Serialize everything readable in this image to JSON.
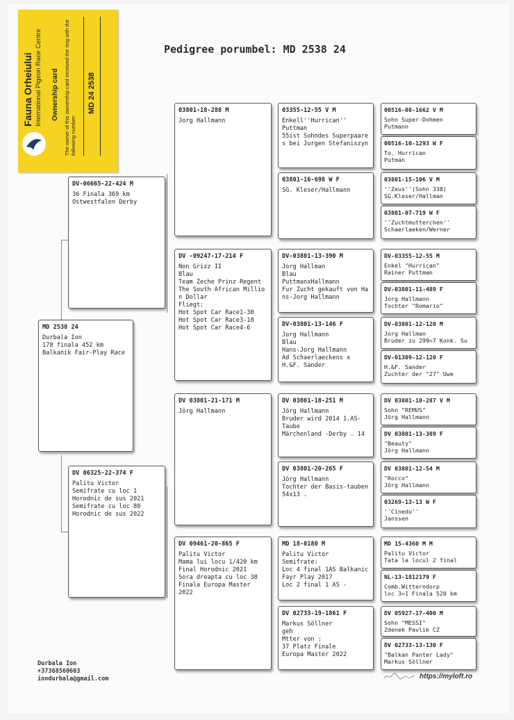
{
  "title": "Pedigree porumbel: MD 2538 24",
  "card": {
    "brand": "Fauna Orheiului",
    "subtitle": "International Pigeon Race Centre",
    "heading": "Ownership card",
    "description": "The owner of this ownership card received the ring with the following number:",
    "ring": "MD 24 2538"
  },
  "subject": {
    "ring": "MD 2538 24",
    "info": "Durbala Ion\n178 finala 452 km\nBalkanik Fair-Play Race"
  },
  "sire": {
    "ring": "DV-06665-22-424 M",
    "info": "36 Finala 369 km\nOstwestfalen Derby"
  },
  "dam": {
    "ring": "DV 06325-22-374 F",
    "info": "Palitu Victor\nSemifrate cu loc 1\nHorodnic de sus 2021\nSemifrate cu loc 80\nHorodnic de sus 2022"
  },
  "gen2": [
    {
      "ring": "03801-18-288 M",
      "info": "Jorg Hallmann"
    },
    {
      "ring": "DV -09247-17-214 F",
      "info": "Non Grizz II\nBlau\nTeam Zeche Prinz Regent\nThe South African Millio\nn Dollar\nFliegt:\nHot Spot Car Race1-30\nHot Spot Car Race3-18\nHot Spot Car Race4-6"
    },
    {
      "ring": "DV 03801-21-171 M",
      "info": "Jörg Hallmann"
    },
    {
      "ring": "DV 09461-20-865 F",
      "info": "Palitu Victor\nMama lui locu 1/420 km\nFinal Horodnic 2021\nSora dreapta cu loc 38\nFinala Europa Master\n2022"
    }
  ],
  "gen3": [
    {
      "ring": "03355-12-55 V M",
      "info": "Enkell''Hurrican''\nPuttman\n55ist Sohndes Superpaare\ns bei Jurgen Stefaniszyn"
    },
    {
      "ring": "03801-16-698 W F",
      "info": "SG. Kleser/Hallmann"
    },
    {
      "ring": "DV-03801-13-390 M",
      "info": "Jorg Hallman\nBlau\nPuttmanxHallmann\nFur Zucht gekauft von Ha\nns-Jorg Hallmann"
    },
    {
      "ring": "DV-03801-13-146 F",
      "info": "Jorg Hallmann\nBlau\nHans-Jorg Hallmann\nAd Schaerlaeckens x\nH.&F. Sander"
    },
    {
      "ring": "DV 03801-18-251 M",
      "info": "Jörg Hallmann\nBruder wird 2014 1.AS-\nTaube\nMärchenland -Derby . 14"
    },
    {
      "ring": "DV 03801-20-265 F",
      "info": "Jörg Hallmann\nTochter der Basis-tauben\n54x13 ."
    },
    {
      "ring": "MD 18-0180 M",
      "info": "Palitu Victor\nSemifrate:\nLoc 4 final 1AS Balkanic\nFayr Play 2017\nLoc 2 final 1 AS -"
    },
    {
      "ring": "DV 02733-19-1861 F",
      "info": "Markus Söllner\ngeh\nMtter von :\n37 Platz Finale\nEuropa Master 2022"
    }
  ],
  "gen4": [
    {
      "ring": "00516-08-1662 V M",
      "info": "Sohn Super-Dohmen\nPutmann"
    },
    {
      "ring": "00516-10-1293 W F",
      "info": "To. Hurrican\nPutman"
    },
    {
      "ring": "03801-15-106 V M",
      "info": "''Zeus''(Sohn 338)\nSG.Kleser/Hallman"
    },
    {
      "ring": "03801-07-719 W F",
      "info": "''Zuchtmutterchen''\nSchaerlaeken/Werner"
    },
    {
      "ring": "DV-03355-12-55 M",
      "info": "Enkel \"Hurrican\"\nRainer Puttman"
    },
    {
      "ring": "DV-03801-11-489 F",
      "info": "Jorg Hallmann\nTochter \"Romario\""
    },
    {
      "ring": "DV-03801-12-120 M",
      "info": "Jorg Hallman\nBruder zu 299=7 Konk. Su"
    },
    {
      "ring": "DV-01309-12-120 F",
      "info": "H.&F. Sander\nZuchter der \"27\" Uwe"
    },
    {
      "ring": "DV 03801-10-287 V M",
      "info": "Sohn \"REMUS\"\nJörg Hallmann"
    },
    {
      "ring": "DV 03801-13-389 F",
      "info": "\"Beauty\"\nJörg Hallmann"
    },
    {
      "ring": "DV 03801-12-54 M",
      "info": "\"Rocco\"\nJörg Hallmann"
    },
    {
      "ring": "03269-13-13 W F",
      "info": "''Cinedu''\nJanssen"
    },
    {
      "ring": "MD 15-4360 M M",
      "info": "Palitu Victor\nTata la locul 2 final"
    },
    {
      "ring": "NL-13-1812179 F",
      "info": "Comb.Witterndorp\nloc 3=1 Finala 520 km"
    },
    {
      "ring": "DV 05927-17-400 M",
      "info": "Sohn \"MESSI\"\nZdenek Pavlik CZ"
    },
    {
      "ring": "DV 02733-13-130 F",
      "info": "\"Balkan Panter Lady\"\nMarkus Söllner"
    }
  ],
  "footer": {
    "name": "Durbala Ion",
    "phone": "+37368560603",
    "email": "iondurbala@gmail.com",
    "url": "https://myloft.ro"
  }
}
